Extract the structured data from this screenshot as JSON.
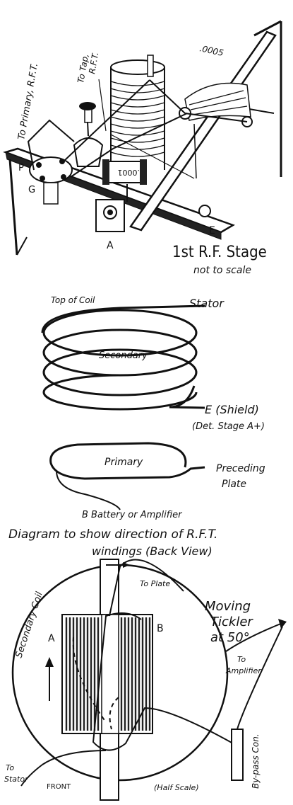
{
  "panel1": {
    "to_primary": "To Primary, R.F.T.",
    "to_tap_1": "To Tap,",
    "to_tap_2": "R.F.T.",
    "cap_value": ".0005",
    "cond_value": ".0001",
    "label_p": "P",
    "label_g": "G",
    "label_a": "A",
    "label_e": "E",
    "title": "1st R.F. Stage",
    "subtitle": "not to scale"
  },
  "panel2": {
    "top_of_coil": "Top of Coil",
    "stator": "Stator",
    "secondary": "Secondary",
    "shield": "E (Shield)",
    "det_stage": "(Det. Stage A+)"
  },
  "panel3": {
    "primary": "Primary",
    "preceding_1": "Preceding",
    "preceding_2": "Plate",
    "b_battery": "B Battery or Amplifier"
  },
  "panel4": {
    "caption_1": "Diagram to show direction of R.F.T.",
    "caption_2": "windings (Back View)",
    "to_plate": "To Plate",
    "moving_1": "Moving",
    "moving_2": "Tickler",
    "moving_3": "at 50°",
    "to_amp_1": "To",
    "to_amp_2": "Amplifier",
    "secondary_coil": "Secondary Coil",
    "label_a": "A",
    "label_b": "B",
    "bypass": "By-pass Con.",
    "to_stator_1": "To",
    "to_stator_2": "Stator",
    "front": "FRONT",
    "half_scale": "(Half Scale)"
  }
}
